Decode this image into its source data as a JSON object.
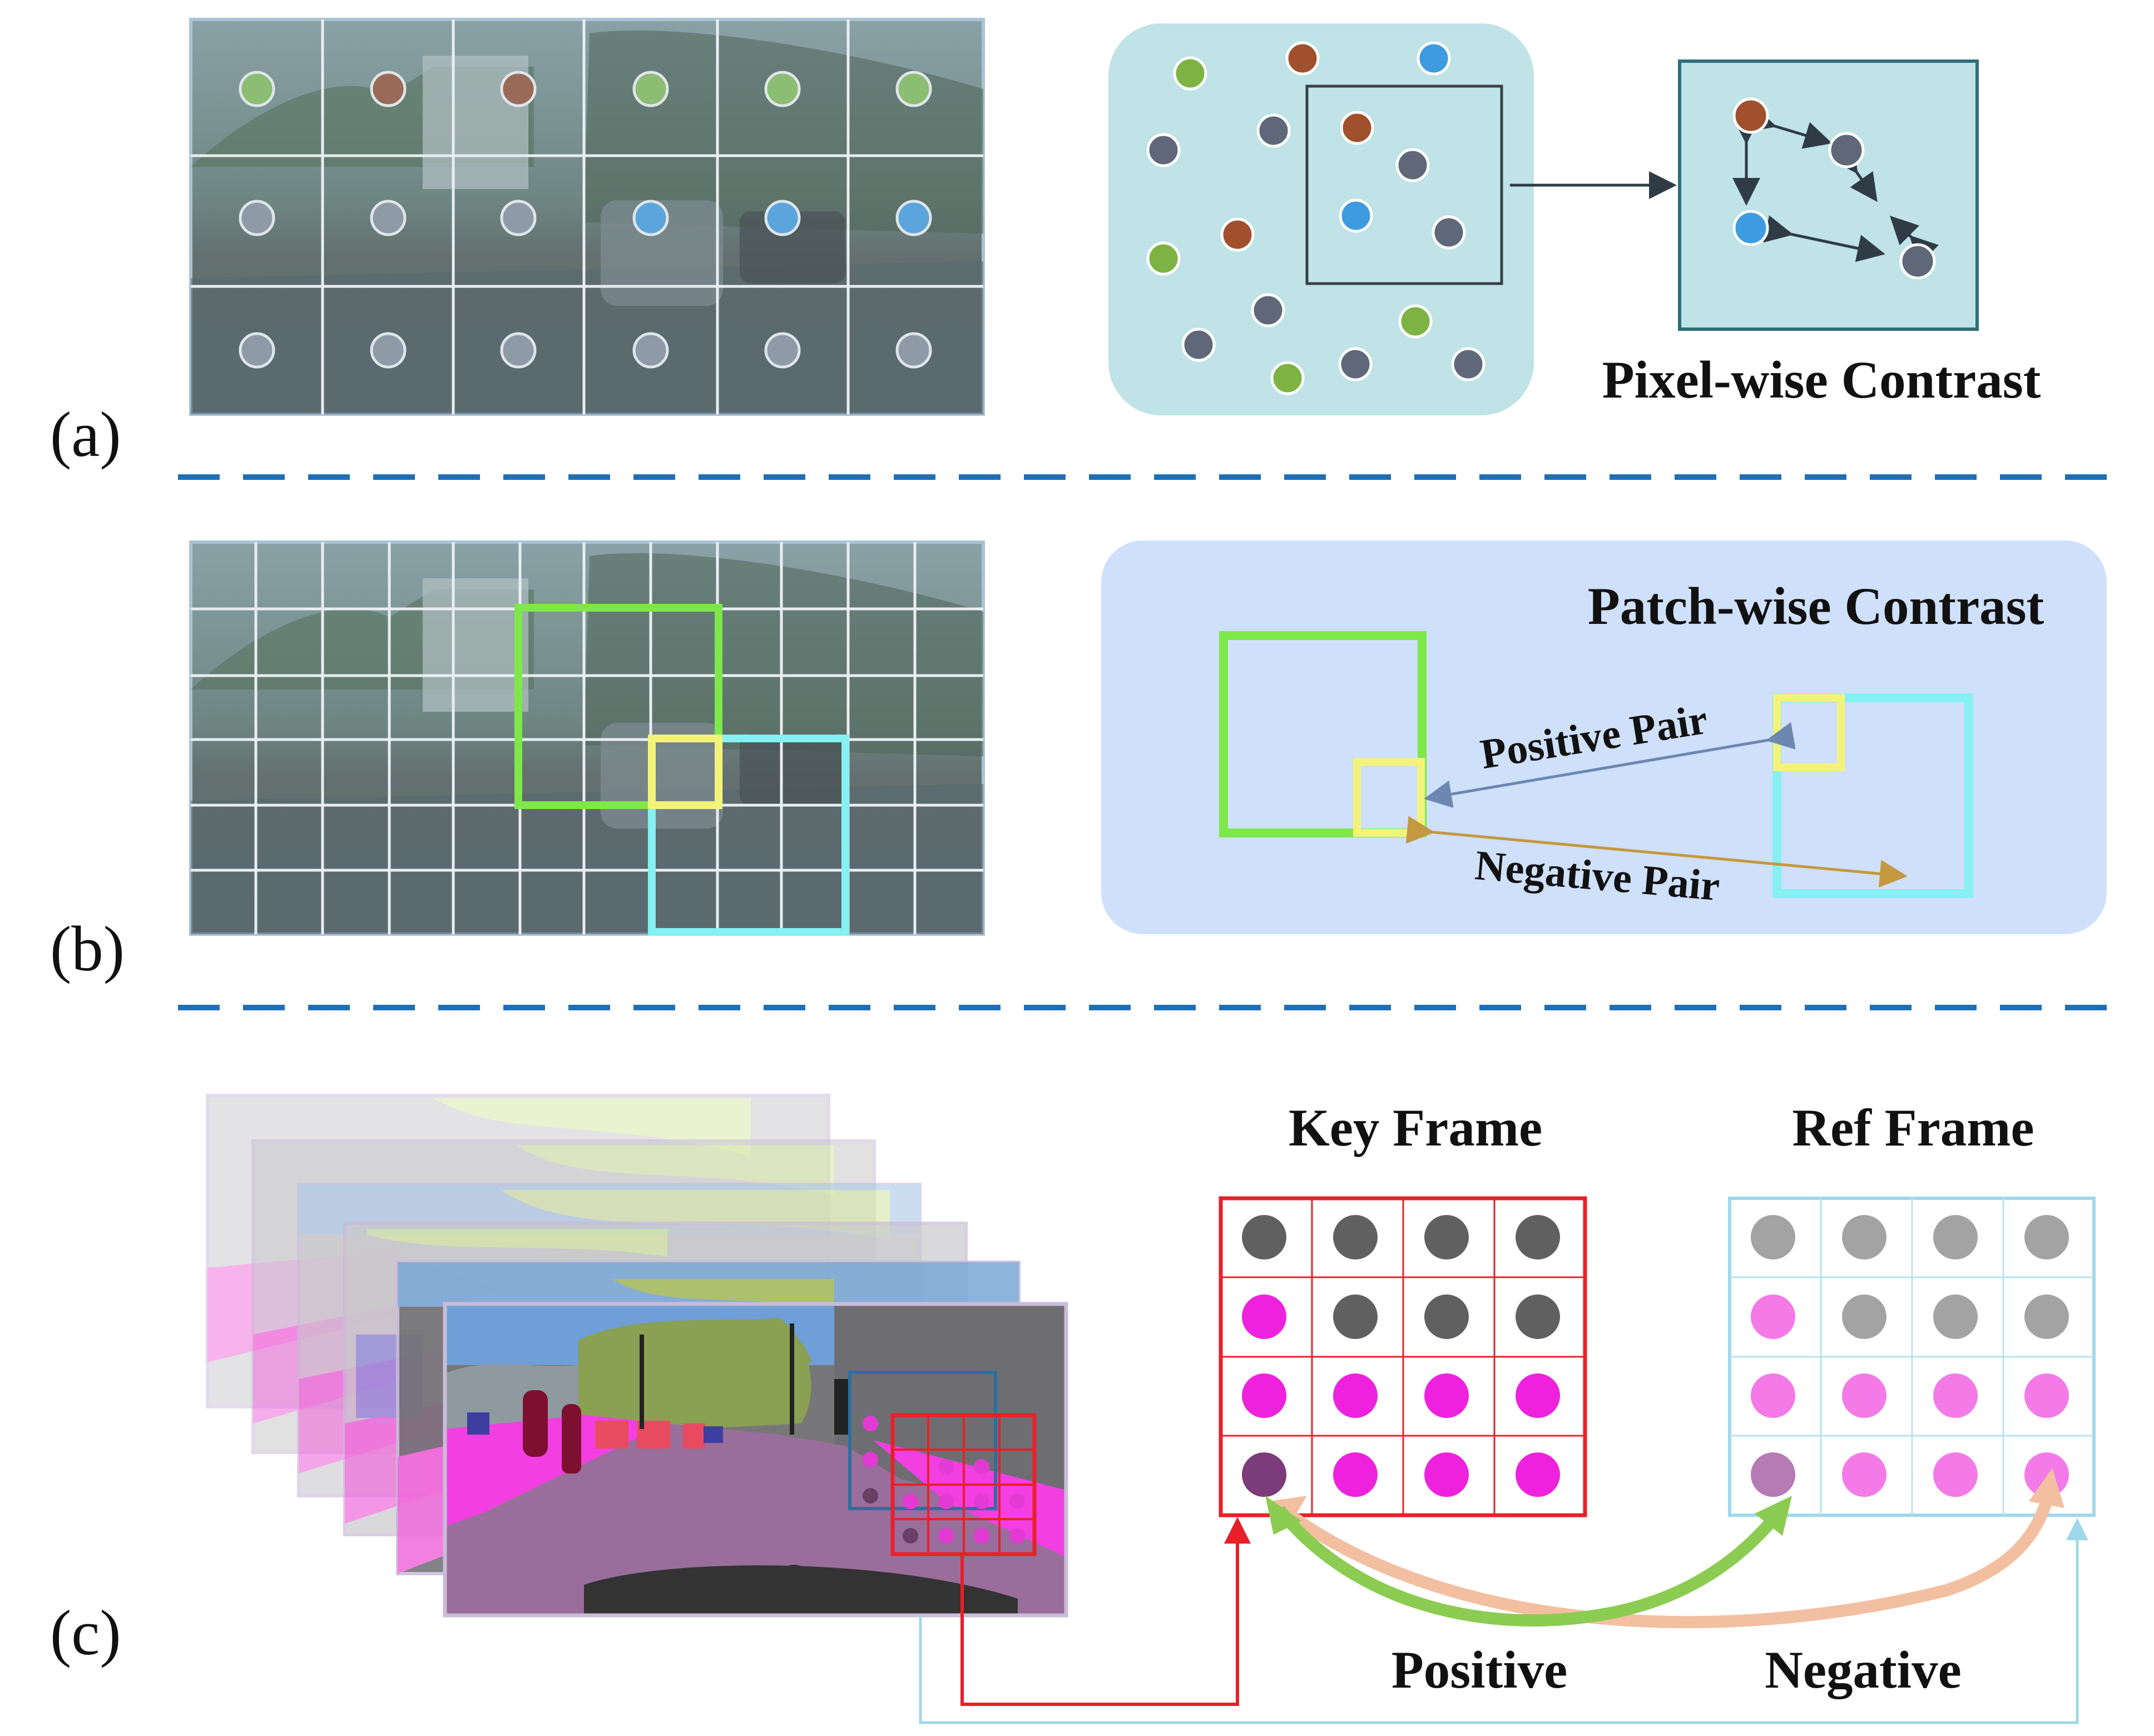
{
  "panels": {
    "a": {
      "label": "(a)",
      "title": "Pixel-wise Contrast"
    },
    "b": {
      "label": "(b)",
      "title": "Patch-wise Contrast",
      "positive_pair": "Positive Pair",
      "negative_pair": "Negative Pair"
    },
    "c": {
      "label": "(c)",
      "key_frame": "Key Frame",
      "ref_frame": "Ref Frame",
      "positive": "Positive",
      "negative": "Negative"
    }
  },
  "colors": {
    "divider": "#1f6fb5",
    "pixel_box": "#bfe3e6",
    "patch_box": "#cfe0fb",
    "green_dot": "#7cb342",
    "brown_dot": "#a0502c",
    "blue_dot": "#3f9be0",
    "gray_dot": "#5f6878",
    "key_border": "#e8202a",
    "ref_border": "#9fd8ea",
    "magenta": "#ee22dd",
    "light_magenta": "#f47ae8",
    "positive_arrow": "#8ccc52",
    "negative_arrow": "#f2bfa0",
    "patch_green": "#7ee84a",
    "patch_yellow": "#f3f37a",
    "patch_cyan": "#86f0f2"
  }
}
